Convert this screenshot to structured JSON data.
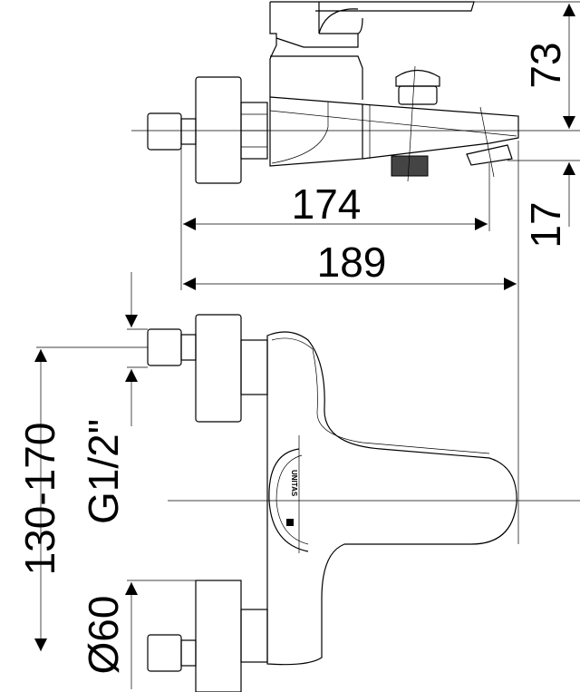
{
  "drawing": {
    "brand_logo": "UNITAS",
    "dimensions": {
      "height_top": "73",
      "spout_drop": "17",
      "spout_length": "174",
      "total_length": "189",
      "inlet_spacing": "130-170",
      "thread": "G1/2\"",
      "rosette_diameter": "Ø60"
    },
    "colors": {
      "line": "#000000",
      "background": "#ffffff"
    }
  }
}
